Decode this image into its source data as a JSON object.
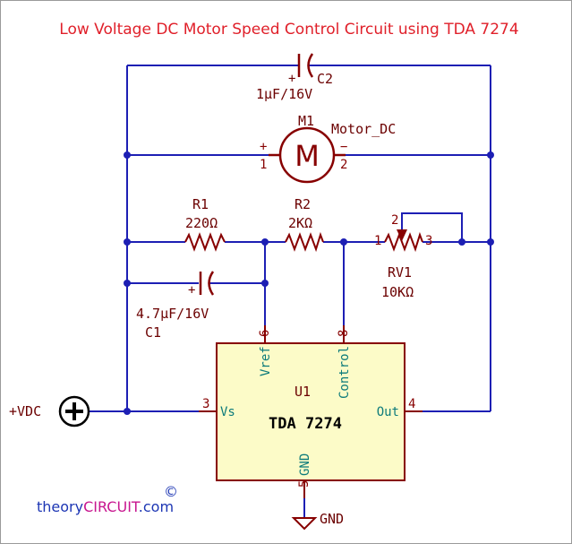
{
  "title": "Low Voltage DC Motor Speed Control Circuit using TDA 7274",
  "colors": {
    "title": "#e0202a",
    "wire": "#1d1fb4",
    "component": "#870000",
    "label": "#6b0000",
    "chip_fill": "#fcfbc8",
    "pin_text": "#0d7b7b",
    "brand_blue": "#1d36b4",
    "brand_magenta": "#c8168f"
  },
  "components": {
    "c2": {
      "ref": "C2",
      "value": "1µF/16V",
      "plus": "+"
    },
    "m1": {
      "ref": "M1",
      "value": "Motor_DC",
      "glyph": "M",
      "pin1_num": "1",
      "pin2_num": "2",
      "pin1_sign": "+",
      "pin2_sign": "−"
    },
    "r1": {
      "ref": "R1",
      "value": "220Ω"
    },
    "r2": {
      "ref": "R2",
      "value": "2KΩ"
    },
    "rv1": {
      "ref": "RV1",
      "value": "10KΩ",
      "pin1": "1",
      "pin2": "2",
      "pin3": "3"
    },
    "c1": {
      "ref": "C1",
      "value": "4.7µF/16V",
      "plus": "+"
    },
    "u1": {
      "ref": "U1",
      "part": "TDA 7274",
      "pins": {
        "vs": {
          "num": "3",
          "name": "Vs"
        },
        "out": {
          "num": "4",
          "name": "Out"
        },
        "vref": {
          "num": "6",
          "name": "Vref"
        },
        "control": {
          "num": "8",
          "name": "Control"
        },
        "gnd": {
          "num": "5",
          "name": "GND"
        }
      }
    },
    "vdc": {
      "label": "+VDC"
    },
    "gnd": {
      "label": "GND"
    }
  },
  "brand": {
    "part1": "theory",
    "part2": "CIRCUIT",
    "part3": ".com",
    "copyright": "©"
  }
}
